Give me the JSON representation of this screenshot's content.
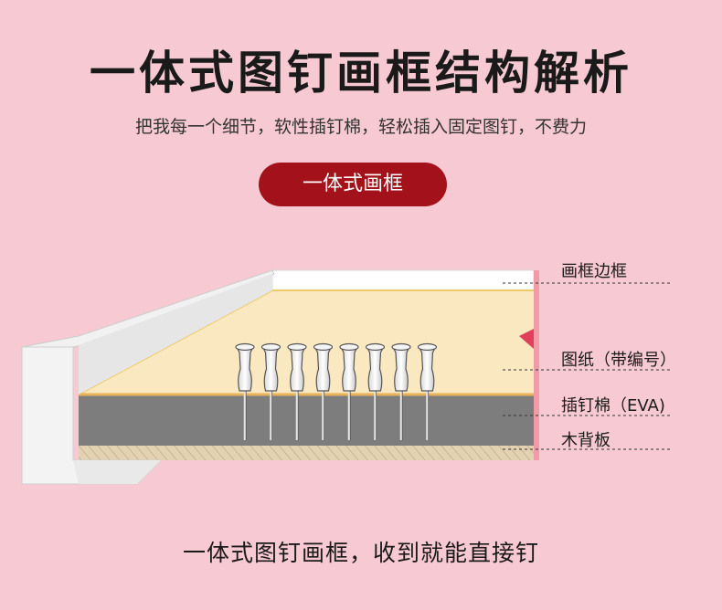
{
  "header": {
    "title": "一体式图钉画框结构解析",
    "subtitle": "把我每一个细节，软性插钉棉，轻松插入固定图钉，不费力"
  },
  "badge": {
    "label": "一体式画框"
  },
  "labels": {
    "frame": "画框边框",
    "paper": "图纸（带编号）",
    "eva": "插钉棉（EVA)",
    "board": "木背板"
  },
  "footer": {
    "text": "一体式图钉画框，收到就能直接钉"
  },
  "colors": {
    "background": "#f7c9d3",
    "accent": "#a3121a",
    "paper": "#f9e8c0",
    "eva": "#7d7d7d",
    "board": "#e3d2b2"
  },
  "pins": {
    "count": 8
  }
}
